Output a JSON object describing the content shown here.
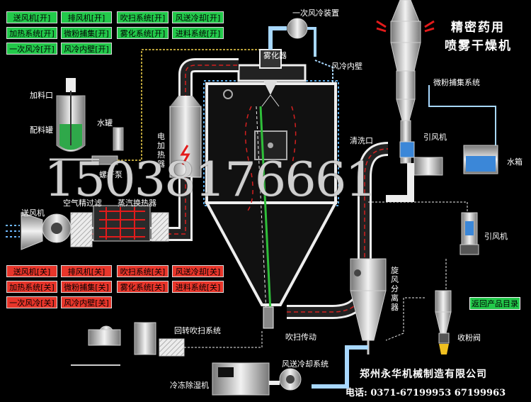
{
  "title": {
    "line1": "精密药用",
    "line2": "喷雾干燥机"
  },
  "buttons_on": [
    {
      "label": "送风机[开]"
    },
    {
      "label": "排风机[开]"
    },
    {
      "label": "吹扫系统[开]"
    },
    {
      "label": "风送冷却[开]"
    },
    {
      "label": "加热系统[开]"
    },
    {
      "label": "微粉捕集[开]"
    },
    {
      "label": "雾化系统[开]"
    },
    {
      "label": "进料系统[开]"
    },
    {
      "label": "一次风冷[开]"
    },
    {
      "label": "风冷内壁[开]"
    }
  ],
  "buttons_off": [
    {
      "label": "送风机[关]"
    },
    {
      "label": "排风机[关]"
    },
    {
      "label": "吹扫系统[关]"
    },
    {
      "label": "风送冷却[关]"
    },
    {
      "label": "加热系统[关]"
    },
    {
      "label": "微粉捕集[关]"
    },
    {
      "label": "雾化系统[关]"
    },
    {
      "label": "进料系统[关]"
    },
    {
      "label": "一次风冷[关]"
    },
    {
      "label": "风冷内壁[关]"
    }
  ],
  "labels": {
    "primary_air_cooling": "一次风冷装置",
    "atomizer": "雾化器",
    "wall_air_cooling": "风冷内壁",
    "feed_port": "加料口",
    "mixing_tank": "配料罐",
    "water_tank_small": "水罐",
    "screw_pump": "螺杆泵",
    "electric_heater": "电加热器",
    "blower": "送风机",
    "air_filter": "空气精过滤",
    "steam_exchanger": "蒸汽换热器",
    "cleaning_port": "清洗口",
    "induced_fan_top": "引风机",
    "micro_powder": "微粉捕集系统",
    "water_tank": "水箱",
    "induced_fan_right": "引风机",
    "cyclone": "旋风分离器",
    "rotary_purge": "回转吹扫系统",
    "purge_drive": "吹扫传动",
    "air_cooling_sys": "风送冷却系统",
    "cold_dehumid": "冷冻除湿机",
    "collect_valve": "收粉阀"
  },
  "watermark": "15038176661",
  "return_button": "返回产品目录",
  "company": "郑州永华机械制造有限公司",
  "phone": "电话: 0371-67199953 67199963",
  "colors": {
    "on": "#22c94a",
    "off": "#e8352a",
    "duct_red": "#d42020",
    "hot": "#ff2020",
    "cold": "#a8d8ff"
  }
}
